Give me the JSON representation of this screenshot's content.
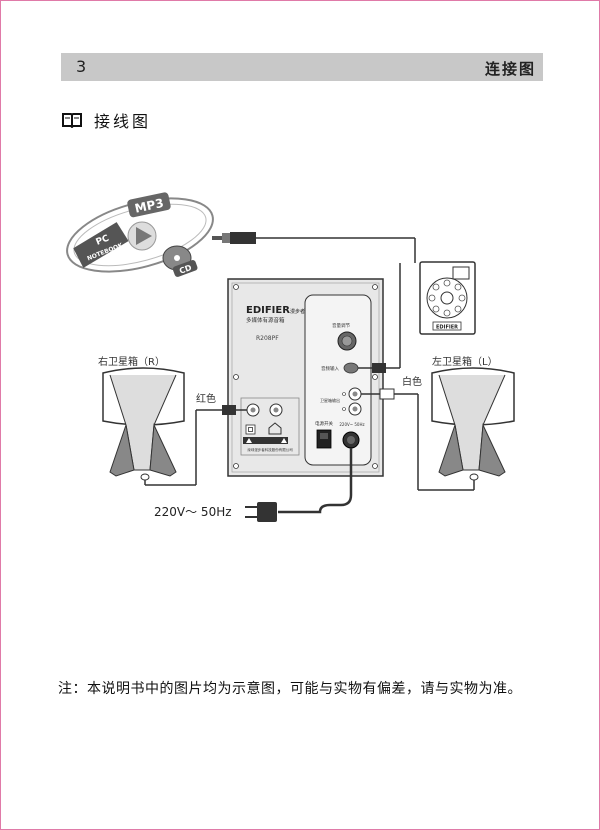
{
  "header": {
    "page_number": "3",
    "section_title": "连接图"
  },
  "subheading": {
    "icon": "book-icon",
    "text": "接线图"
  },
  "diagram": {
    "sources": {
      "mp3": "MP3",
      "pc": "PC",
      "notebook": "NOTEBOOK",
      "cd": "CD"
    },
    "subwoofer": {
      "brand": "EDIFIER",
      "brand_cn": "漫步者",
      "subtitle": "多媒体有源音箱",
      "model": "R208PF",
      "volume_label": "音量调节",
      "input_label": "音频输入",
      "sat_label": "卫星箱输出",
      "power_switch": "电源开关",
      "power_rating": "220V~ 50Hz",
      "footer": "深圳漫步者科技股份有限公司"
    },
    "remote_brand": "EDIFIER",
    "right_speaker_label": "右卫星箱（R）",
    "left_speaker_label": "左卫星箱（L）",
    "red_label": "红色",
    "white_label": "白色",
    "power_label": "220V～ 50Hz"
  },
  "note": "注：本说明书中的图片均为示意图，可能与实物有偏差，请与实物为准。"
}
